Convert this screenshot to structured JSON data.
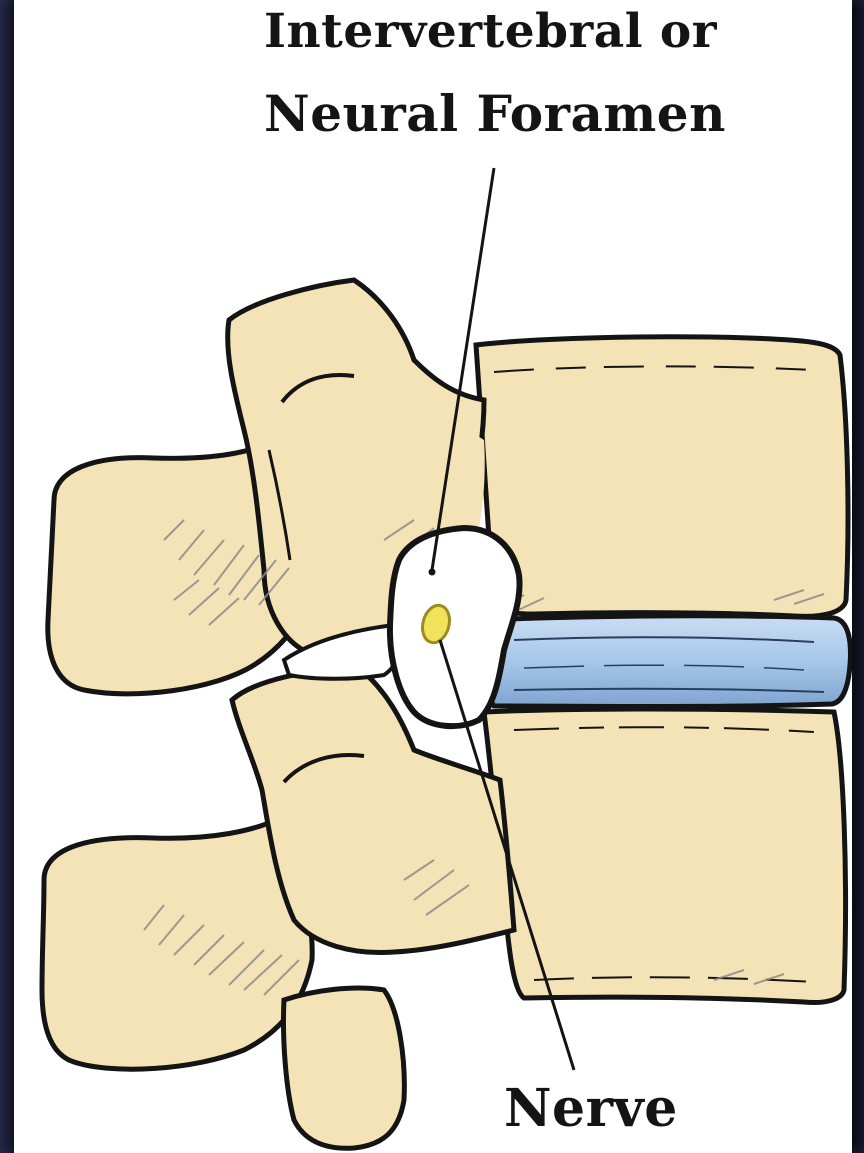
{
  "labels": {
    "foramen_line1": "Intervertebral or",
    "foramen_line2": "Neural Foramen",
    "nerve": "Nerve"
  },
  "colors": {
    "bone": "#f5e3b8",
    "bone_shadow": "#8d8a86",
    "disc": "#a7c7ea",
    "disc_dark": "#5f7fa6",
    "outline": "#141414",
    "nerve": "#f0e25a",
    "background_edge": "#2b2f52"
  }
}
